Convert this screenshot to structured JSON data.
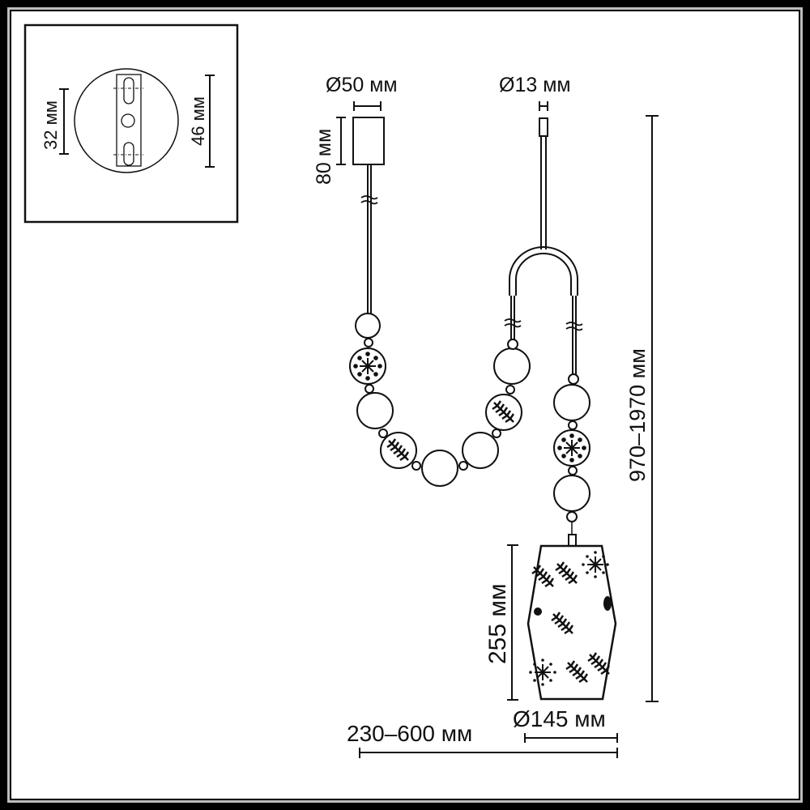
{
  "diagram": {
    "type": "technical-dimension-drawing",
    "subject": "pendant lamp with bead chain and patterned glass shade",
    "inset": {
      "title": "canopy mounting plate (top view)",
      "labels": {
        "plate_height": "32 мм",
        "canopy_diameter": "46 мм"
      }
    },
    "dimensions": {
      "canopy_diameter": "Ø50 мм",
      "canopy_height": "80 мм",
      "rod_diameter": "Ø13 мм",
      "total_height": "970–1970 мм",
      "shade_height": "255 мм",
      "shade_diameter": "Ø145 мм",
      "total_width": "230–600 мм"
    },
    "components": [
      "ceiling-canopy",
      "suspension-cable",
      "rigid-rod",
      "u-shaped-hook",
      "bead-chain",
      "patterned-beads",
      "glass-shade"
    ],
    "colors": {
      "line": "#111111",
      "background": "#ffffff",
      "frame": "#000000"
    }
  }
}
